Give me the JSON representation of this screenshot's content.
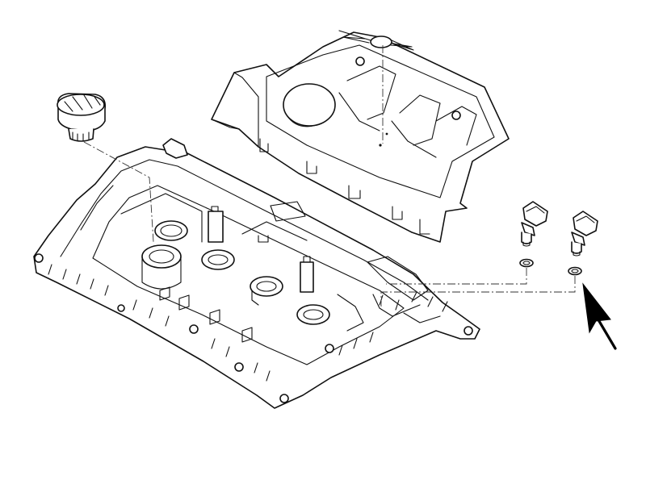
{
  "diagram": {
    "parts": [
      {
        "id": "engine-cover",
        "icon": "engine-cover-icon"
      },
      {
        "id": "oil-filler-cap",
        "icon": "oil-cap-icon"
      },
      {
        "id": "valve-cover",
        "icon": "valve-cover-icon"
      },
      {
        "id": "camshaft-sensor-1",
        "icon": "sensor-icon"
      },
      {
        "id": "camshaft-sensor-2",
        "icon": "sensor-icon"
      },
      {
        "id": "o-ring-1",
        "icon": "o-ring-icon"
      },
      {
        "id": "o-ring-2",
        "icon": "o-ring-icon"
      }
    ],
    "highlight_arrow": {
      "icon": "arrow-icon",
      "color": "#000000"
    },
    "line_color": "#111111",
    "background": "#ffffff"
  }
}
